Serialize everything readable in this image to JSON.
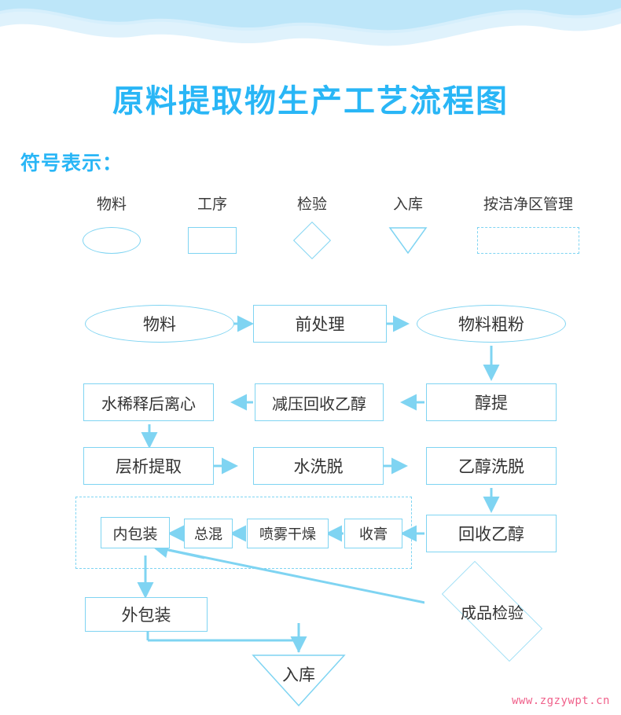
{
  "page": {
    "title": "原料提取物生产工艺流程图",
    "watermark": "www.zgzywpt.cn",
    "accent_color": "#29b6f6",
    "line_color": "#7fd4f2",
    "wave_color": "#bfe7fa"
  },
  "legend": {
    "heading": "符号表示：",
    "items": [
      {
        "label": "物料",
        "shape": "ellipse"
      },
      {
        "label": "工序",
        "shape": "rect"
      },
      {
        "label": "检验",
        "shape": "diamond"
      },
      {
        "label": "入库",
        "shape": "triangle-down"
      },
      {
        "label": "按洁净区管理",
        "shape": "dashed-rect"
      }
    ]
  },
  "flow": {
    "nodes": [
      {
        "id": "material",
        "label": "物料",
        "shape": "ellipse"
      },
      {
        "id": "pretreatment",
        "label": "前处理",
        "shape": "rect"
      },
      {
        "id": "coarse-powder",
        "label": "物料粗粉",
        "shape": "ellipse"
      },
      {
        "id": "alcohol-extract",
        "label": "醇提",
        "shape": "rect"
      },
      {
        "id": "recover-ethanol-vacuum",
        "label": "减压回收乙醇",
        "shape": "rect"
      },
      {
        "id": "water-dilute-centrifuge",
        "label": "水稀释后离心",
        "shape": "rect"
      },
      {
        "id": "chromatography",
        "label": "层析提取",
        "shape": "rect"
      },
      {
        "id": "water-elution",
        "label": "水洗脱",
        "shape": "rect"
      },
      {
        "id": "ethanol-elution",
        "label": "乙醇洗脱",
        "shape": "rect"
      },
      {
        "id": "recover-ethanol",
        "label": "回收乙醇",
        "shape": "rect"
      },
      {
        "id": "collect-paste",
        "label": "收膏",
        "shape": "rect"
      },
      {
        "id": "spray-dry",
        "label": "喷雾干燥",
        "shape": "rect"
      },
      {
        "id": "total-mix",
        "label": "总混",
        "shape": "rect"
      },
      {
        "id": "inner-package",
        "label": "内包装",
        "shape": "rect"
      },
      {
        "id": "outer-package",
        "label": "外包装",
        "shape": "rect"
      },
      {
        "id": "final-inspection",
        "label": "成品检验",
        "shape": "diamond"
      },
      {
        "id": "warehouse",
        "label": "入库",
        "shape": "triangle-down"
      }
    ],
    "clean_area_note": "按洁净区管理",
    "edges": [
      [
        "material",
        "pretreatment"
      ],
      [
        "pretreatment",
        "coarse-powder"
      ],
      [
        "coarse-powder",
        "alcohol-extract"
      ],
      [
        "alcohol-extract",
        "recover-ethanol-vacuum"
      ],
      [
        "recover-ethanol-vacuum",
        "water-dilute-centrifuge"
      ],
      [
        "water-dilute-centrifuge",
        "chromatography"
      ],
      [
        "chromatography",
        "water-elution"
      ],
      [
        "water-elution",
        "ethanol-elution"
      ],
      [
        "ethanol-elution",
        "recover-ethanol"
      ],
      [
        "recover-ethanol",
        "collect-paste"
      ],
      [
        "collect-paste",
        "spray-dry"
      ],
      [
        "spray-dry",
        "total-mix"
      ],
      [
        "total-mix",
        "inner-package"
      ],
      [
        "inner-package",
        "outer-package"
      ],
      [
        "final-inspection",
        "inner-package"
      ],
      [
        "outer-package",
        "warehouse"
      ]
    ]
  }
}
